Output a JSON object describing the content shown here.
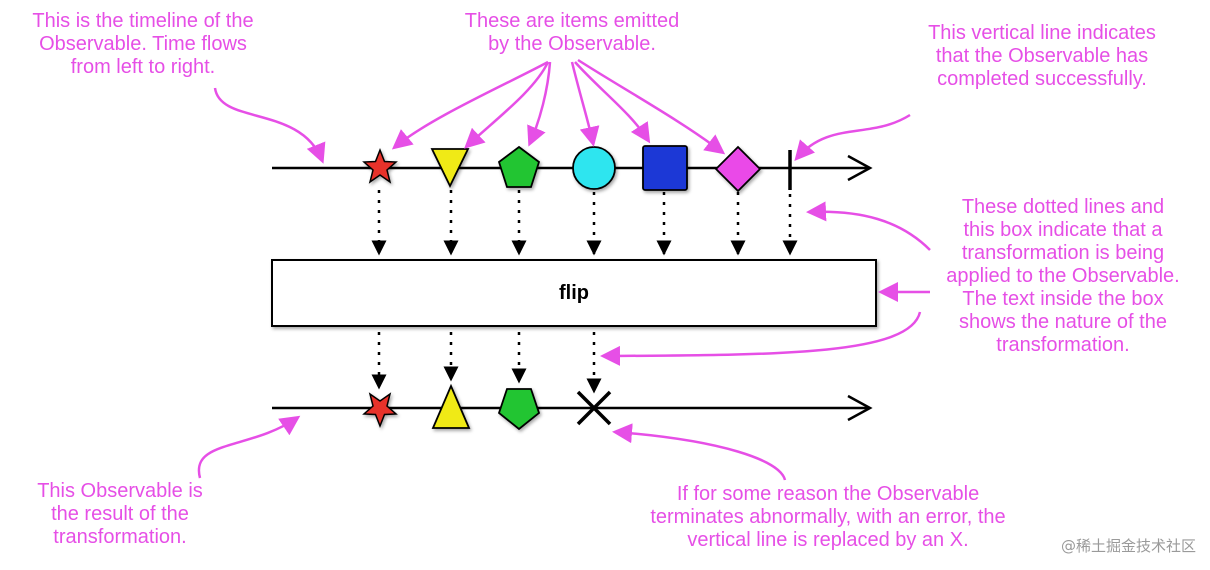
{
  "operator": {
    "label": "flip"
  },
  "annotations": {
    "timeline": "This is the timeline of the\nObservable. Time flows\nfrom left to right.",
    "items": "These are items emitted\nby the Observable.",
    "completed": "This vertical line indicates\nthat the Observable has\ncompleted successfully.",
    "transformation": "These dotted lines and\nthis box indicate that a\ntransformation is being\napplied to the Observable.\nThe text inside the box\nshows the nature of the\ntransformation.",
    "result": "This Observable is\nthe result of the\ntransformation.",
    "error": "If for some reason the Observable\nterminates abnormally, with an error, the\nvertical line is replaced by an X."
  },
  "source_items": [
    "star",
    "triangle-down",
    "pentagon",
    "circle",
    "square",
    "diamond"
  ],
  "result_items": [
    "star",
    "triangle-up",
    "pentagon"
  ],
  "colors": {
    "annotation": "#e64fe6",
    "star": "#e8302a",
    "triangle": "#f0ea16",
    "pentagon": "#22c532",
    "circle": "#2ee5ef",
    "square": "#1f37d6",
    "diamond": "#ea4ae8"
  },
  "watermark": "@稀土掘金技术社区"
}
